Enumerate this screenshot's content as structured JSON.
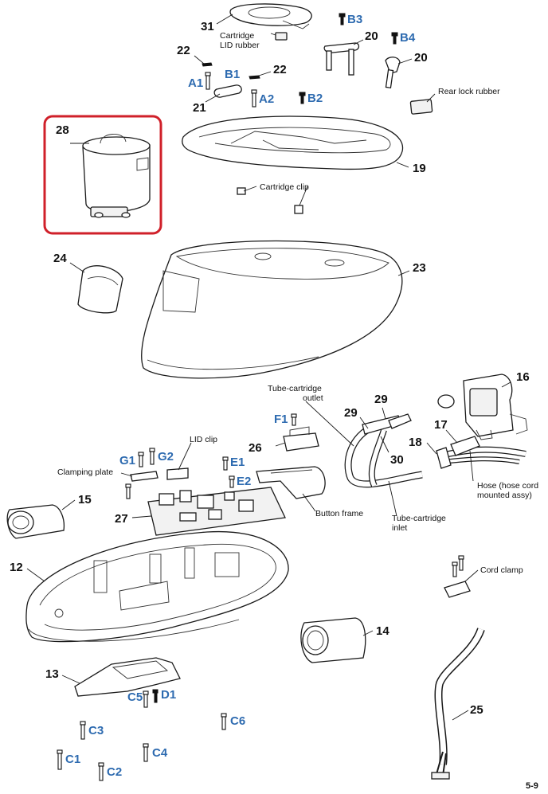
{
  "callouts": {
    "n31": "31",
    "n20a": "20",
    "n20b": "20",
    "n22a": "22",
    "n22b": "22",
    "n21": "21",
    "n19": "19",
    "n28": "28",
    "n24": "24",
    "n23": "23",
    "n16": "16",
    "n29a": "29",
    "n29b": "29",
    "n17": "17",
    "n18": "18",
    "n30": "30",
    "n26": "26",
    "n15": "15",
    "n27": "27",
    "n12": "12",
    "n14": "14",
    "n13": "13",
    "n25": "25"
  },
  "screw_codes": {
    "b3": "B3",
    "b4": "B4",
    "a1": "A1",
    "b1": "B1",
    "a2": "A2",
    "b2": "B2",
    "f1": "F1",
    "g1": "G1",
    "g2": "G2",
    "e1": "E1",
    "e2": "E2",
    "c5": "C5",
    "d1": "D1",
    "c6": "C6",
    "c3": "C3",
    "c4": "C4",
    "c1": "C1",
    "c2": "C2"
  },
  "labels": {
    "cartridge_lid_rubber_1": "Cartridge",
    "cartridge_lid_rubber_2": "LID rubber",
    "rear_lock_rubber": "Rear lock rubber",
    "cartridge_clip": "Cartridge clip",
    "tube_outlet_1": "Tube-cartridge",
    "tube_outlet_2": "outlet",
    "lid_clip": "LID clip",
    "clamping_plate": "Clamping plate",
    "button_frame": "Button frame",
    "tube_inlet_1": "Tube-cartridge",
    "tube_inlet_2": "inlet",
    "hose_1": "Hose (hose cord",
    "hose_2": "mounted assy)",
    "cord_clamp": "Cord clamp"
  },
  "page_number": "5-9",
  "colors": {
    "callout_blue": "#2e6bb0",
    "highlight_box": "#d0202a",
    "ink": "#111111"
  }
}
